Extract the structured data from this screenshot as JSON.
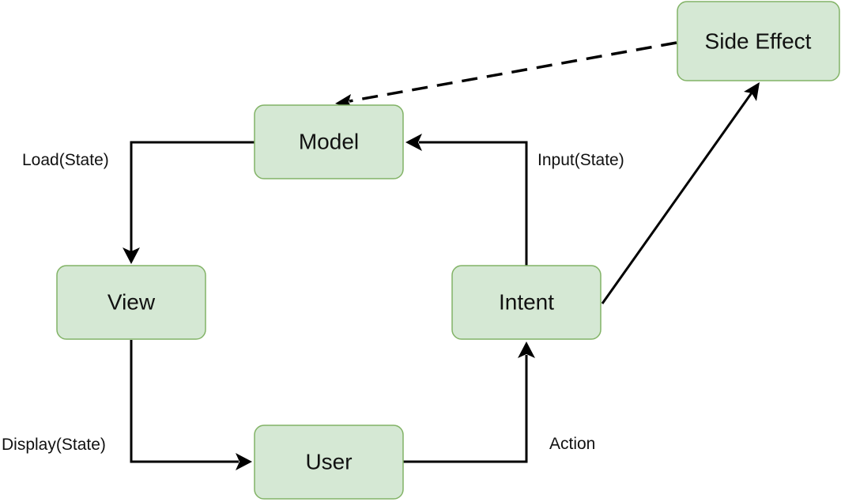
{
  "nodes": {
    "side_effect": "Side Effect",
    "model": "Model",
    "view": "View",
    "intent": "Intent",
    "user": "User"
  },
  "edges": {
    "load_state": "Load(State)",
    "input_state": "Input(State)",
    "display_state": "Display(State)",
    "action": "Action"
  },
  "colors": {
    "node_fill": "#d5e8d4",
    "node_stroke": "#82b366",
    "edge": "#000000"
  }
}
